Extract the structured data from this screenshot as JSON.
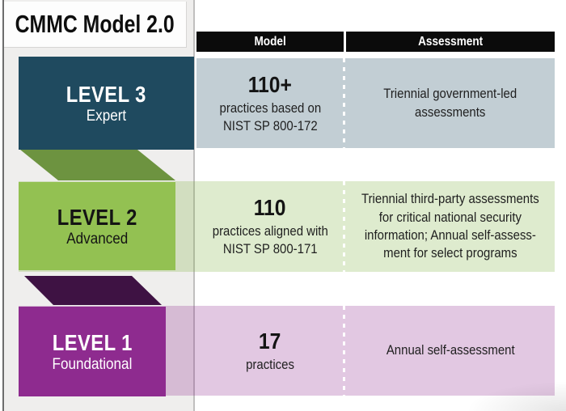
{
  "title": "CMMC Model 2.0",
  "header": {
    "model": "Model",
    "assessment": "Assessment"
  },
  "levels": [
    {
      "name": "LEVEL 3",
      "subtitle": "Expert",
      "model_value": "110+",
      "model_desc": "practices based on\nNIST SP 800-172",
      "assessment": "Triennial government-led\nassessments"
    },
    {
      "name": "LEVEL 2",
      "subtitle": "Advanced",
      "model_value": "110",
      "model_desc": "practices aligned with\nNIST SP 800-171",
      "assessment": "Triennial third-party assessments\nfor critical national security\ninformation; Annual self-assess-\nment for select programs"
    },
    {
      "name": "LEVEL 1",
      "subtitle": "Foundational",
      "model_value": "17",
      "model_desc": "practices",
      "assessment": "Annual self-assessment"
    }
  ],
  "colors": {
    "header_bar": "#0b0b0b",
    "level3_box": "#1f4a5f",
    "level3_row": "#c4d2d7",
    "level2_box": "#93c152",
    "level2_row": "#e3eecd",
    "level2_ribbon": "#6d9340",
    "level1_box": "#8e2b8f",
    "level1_row": "#dcc4dd",
    "level1_ribbon": "#3e1243",
    "left_panel": "#efeeed"
  }
}
